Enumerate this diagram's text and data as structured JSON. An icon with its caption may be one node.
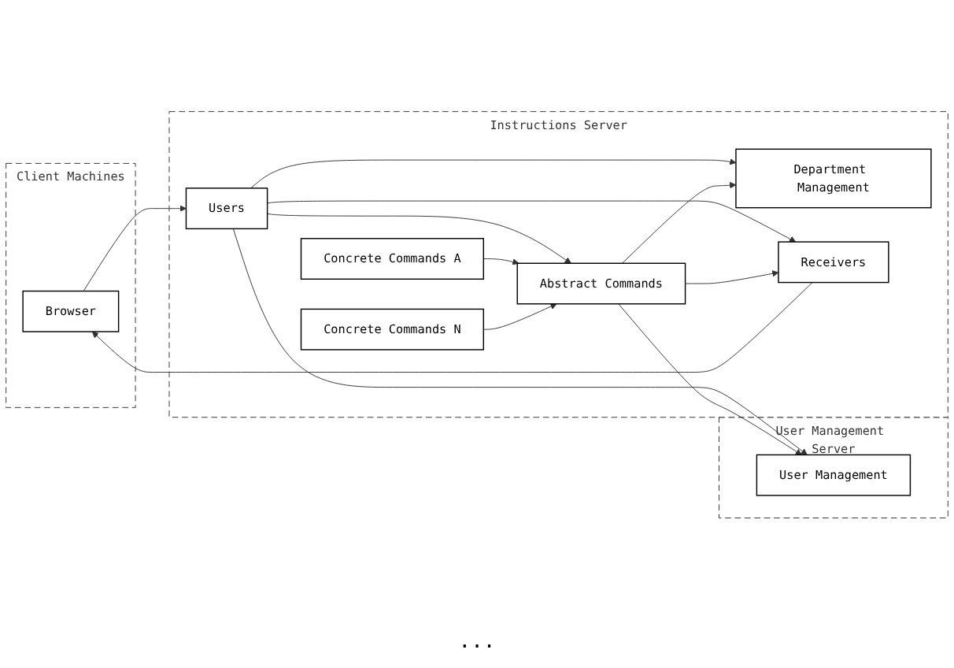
{
  "diagram": {
    "nodes": [
      {
        "text": [
          "User Management Server"
        ]
      },
      {
        "text": [
          "User Management"
        ],
        "in": 0
      },
      {
        "text": [
          "Client Machines"
        ]
      },
      {
        "text": [
          "Browser"
        ],
        "in": 2
      },
      {
        "text": [
          "Instructions Server"
        ]
      },
      {
        "text": [
          "Department Management"
        ],
        "in": 4
      },
      {
        "text": [
          "Users"
        ],
        "in": 4
      },
      {
        "text": [
          "Abstract Commands"
        ],
        "in": 4
      },
      {
        "text": [
          "Receivers"
        ],
        "in": 4
      },
      {
        "text": [
          "Concrete Commands A"
        ],
        "in": 4
      },
      {
        "text": [
          "Concrete Commands N"
        ],
        "in": 4
      }
    ],
    "edges": [
      {
        "from": 3,
        "to": 6,
        "arrow": "to"
      },
      {
        "from": 6,
        "to": 1,
        "arrow": "to"
      },
      {
        "from": 6,
        "to": 5,
        "arrow": "to"
      },
      {
        "from": 6,
        "to": 7,
        "arrow": "to"
      },
      {
        "from": 6,
        "to": 8,
        "arrow": "to"
      },
      {
        "from": 7,
        "to": 5,
        "arrow": "to"
      },
      {
        "from": 7,
        "to": 1,
        "arrow": "to"
      },
      {
        "from": 7,
        "to": 8,
        "arrow": "to"
      },
      {
        "from": 8,
        "to": 3,
        "arrow": "to"
      },
      {
        "from": 9,
        "to": 7,
        "arrow": "to"
      },
      {
        "from": 10,
        "to": 7,
        "arrow": "to"
      }
    ],
    "labels": [
      "..."
    ]
  }
}
